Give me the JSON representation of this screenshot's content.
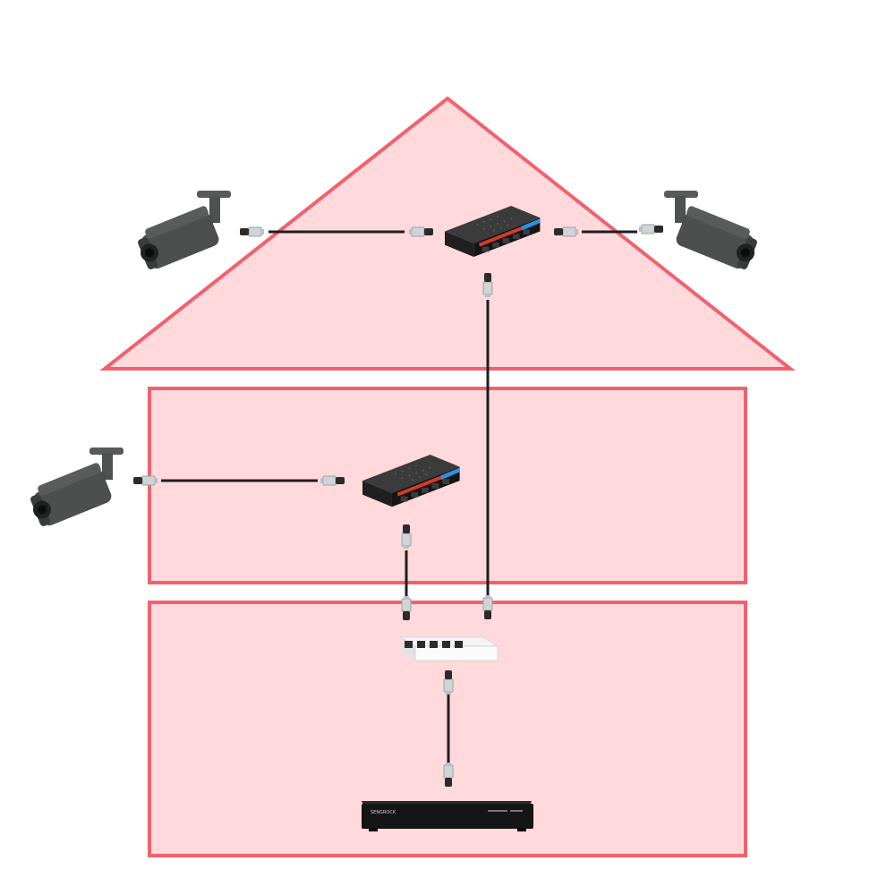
{
  "colors": {
    "background": "#ffffff",
    "zone_fill": "#ffd9dc",
    "zone_stroke": "#f2616e",
    "cable": "#1e1e1e",
    "camera_body": "#4d4f4e",
    "switch_body": "#2a2a2a",
    "nvr_body": "#151515"
  },
  "zones": [
    {
      "name": "attic-zone",
      "shape": "triangle"
    },
    {
      "name": "upper-floor-zone",
      "shape": "rectangle"
    },
    {
      "name": "ground-floor-zone",
      "shape": "rectangle"
    }
  ],
  "devices": {
    "cameras": [
      {
        "name": "camera-attic-left",
        "icon": "bullet-camera-icon"
      },
      {
        "name": "camera-attic-right",
        "icon": "bullet-camera-icon"
      },
      {
        "name": "camera-floor-left",
        "icon": "bullet-camera-icon"
      }
    ],
    "poe_switches": [
      {
        "name": "poe-switch-attic",
        "icon": "poe-switch-icon"
      },
      {
        "name": "poe-switch-floor",
        "icon": "poe-switch-icon"
      }
    ],
    "core_switch": {
      "name": "core-switch",
      "icon": "white-network-switch-icon"
    },
    "nvr": {
      "name": "nvr-recorder",
      "icon": "nvr-icon",
      "brand_text": "SENGROCK"
    }
  },
  "cables": [
    {
      "name": "cable-attic-left-to-switch"
    },
    {
      "name": "cable-attic-right-to-switch"
    },
    {
      "name": "cable-attic-switch-to-core"
    },
    {
      "name": "cable-floor-left-to-switch"
    },
    {
      "name": "cable-floor-switch-to-core"
    },
    {
      "name": "cable-core-to-nvr"
    }
  ]
}
